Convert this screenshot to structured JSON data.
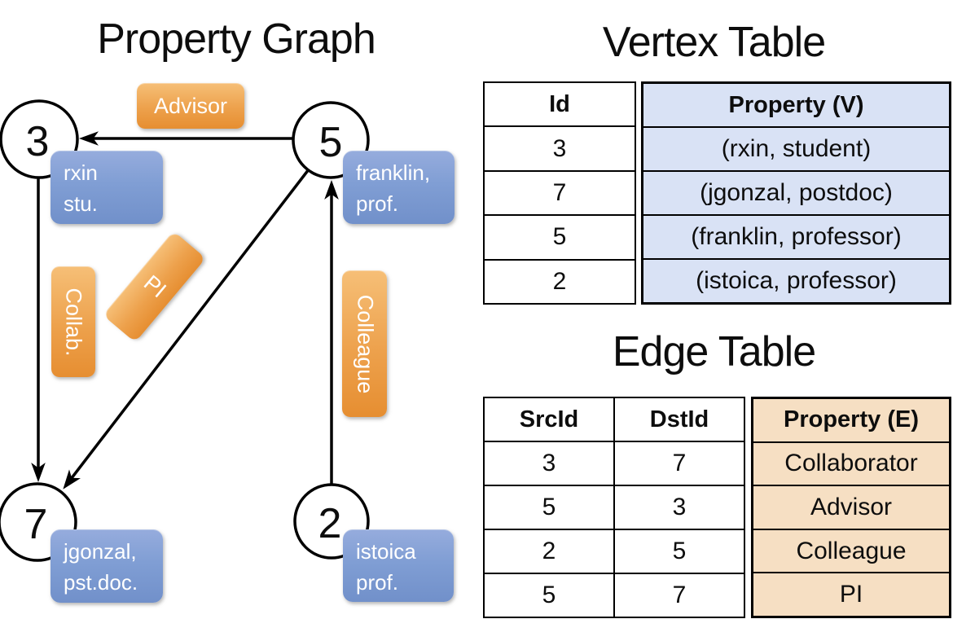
{
  "graph": {
    "title": "Property Graph",
    "nodes": [
      {
        "id": "3",
        "line1": "rxin",
        "line2": "stu."
      },
      {
        "id": "5",
        "line1": "franklin,",
        "line2": "prof."
      },
      {
        "id": "7",
        "line1": "jgonzal,",
        "line2": "pst.doc."
      },
      {
        "id": "2",
        "line1": "istoica",
        "line2": "prof."
      }
    ],
    "edge_labels": {
      "advisor": "Advisor",
      "collab": "Collab.",
      "pi": "PI",
      "colleague": "Colleague"
    }
  },
  "vertex_table": {
    "title": "Vertex Table",
    "columns": [
      "Id",
      "Property (V)"
    ],
    "rows": [
      [
        "3",
        "(rxin, student)"
      ],
      [
        "7",
        "(jgonzal, postdoc)"
      ],
      [
        "5",
        "(franklin, professor)"
      ],
      [
        "2",
        "(istoica, professor)"
      ]
    ]
  },
  "edge_table": {
    "title": "Edge Table",
    "columns": [
      "SrcId",
      "DstId",
      "Property (E)"
    ],
    "rows": [
      [
        "3",
        "7",
        "Collaborator"
      ],
      [
        "5",
        "3",
        "Advisor"
      ],
      [
        "2",
        "5",
        "Colleague"
      ],
      [
        "5",
        "7",
        "PI"
      ]
    ]
  },
  "colors": {
    "edge_label_orange": "#EDA14C",
    "node_label_blue": "#7F9CD3",
    "vertex_property_fill": "#D9E2F5",
    "edge_property_fill": "#F6DFC3",
    "line_black": "#000000"
  }
}
